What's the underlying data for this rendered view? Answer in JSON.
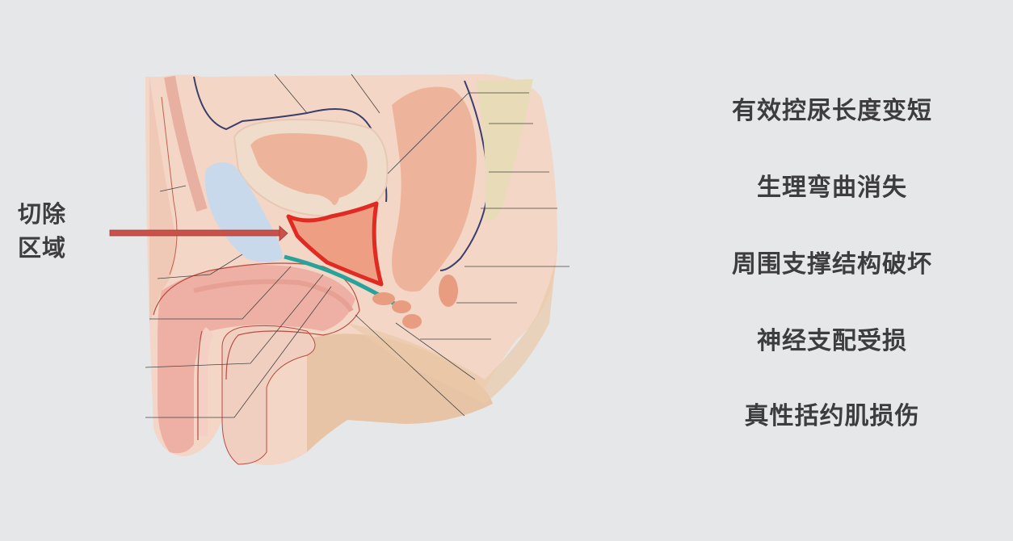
{
  "callout": {
    "line1": "切除",
    "line2": "区域",
    "arrow_color": "#c9514a",
    "highlight_color": "#e02a22"
  },
  "points": [
    {
      "text": "有效控尿长度变短"
    },
    {
      "text": "生理弯曲消失"
    },
    {
      "text": "周围支撑结构破坏"
    },
    {
      "text": "神经支配受损"
    },
    {
      "text": "真性括约肌损伤"
    }
  ],
  "colors": {
    "background": "#e6e7e9",
    "text": "#3d3d3f",
    "tissue": "#f2d2c2",
    "organ": "#eeb49b",
    "bladder_wall": "#f0dccb",
    "pubic_bone": "#c9d9ec",
    "nerve": "#27a39a"
  }
}
